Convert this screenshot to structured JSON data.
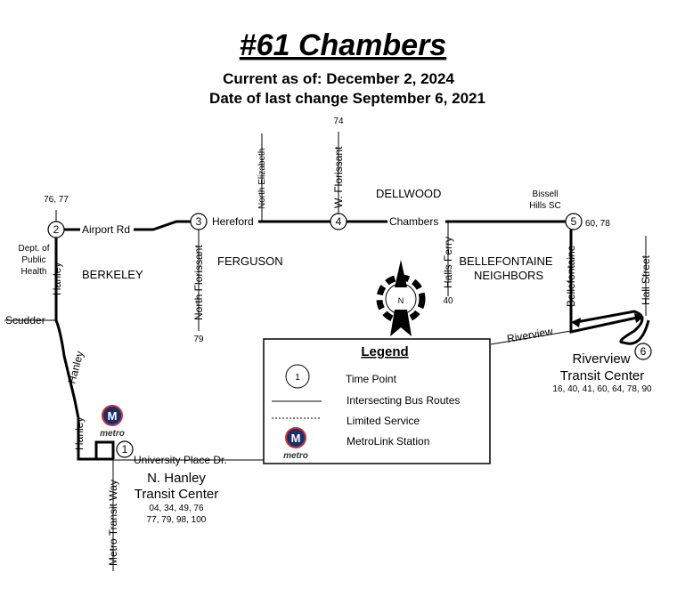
{
  "header": {
    "title": "#61 Chambers",
    "current": "Current as of: December 2, 2024",
    "last_change": "Date of last change September 6, 2021"
  },
  "timepoints": [
    "1",
    "2",
    "3",
    "4",
    "5",
    "6"
  ],
  "streets": {
    "airport": "Airport Rd",
    "hereford": "Hereford",
    "chambers": "Chambers",
    "hanley": "Hanley",
    "scudder": "Scudder",
    "north_florissant": "North Florissant",
    "north_elizabeth": "North Elizabeth",
    "w_florissant": "W. Florissant",
    "halls_ferry": "Halls Ferry",
    "bellefontaine": "Bellefontaine",
    "hall_street": "Hall Street",
    "riverview": "Riverview",
    "university": "University Place Dr.",
    "metro_transit_way": "Metro Transit Way"
  },
  "routes": {
    "tp2": "76, 77",
    "w_florissant": "74",
    "north_florissant": "79",
    "halls_ferry": "40",
    "tp5": "60, 78"
  },
  "areas": {
    "berkeley": "BERKELEY",
    "ferguson": "FERGUSON",
    "dellwood": "DELLWOOD",
    "bn1": "BELLEFONTAINE",
    "bn2": "NEIGHBORS"
  },
  "places": {
    "dph1": "Dept. of",
    "dph2": "Public",
    "dph3": "Health",
    "bissell1": "Bissell",
    "bissell2": "Hills SC"
  },
  "riverview_tc": {
    "name1": "Riverview",
    "name2": "Transit Center",
    "routes": "16, 40, 41, 60, 64, 78, 90"
  },
  "hanley_tc": {
    "name1": "N. Hanley",
    "name2": "Transit Center",
    "routes1": "04, 34, 49, 76",
    "routes2": "77, 79, 98, 100"
  },
  "compass": "N",
  "metro_logo": {
    "letter": "M",
    "word": "metro"
  },
  "legend": {
    "title": "Legend",
    "tp_sample": "1",
    "time_point": "Time Point",
    "intersecting": "Intersecting Bus Routes",
    "limited": "Limited Service",
    "metrolink": "MetroLink Station"
  }
}
